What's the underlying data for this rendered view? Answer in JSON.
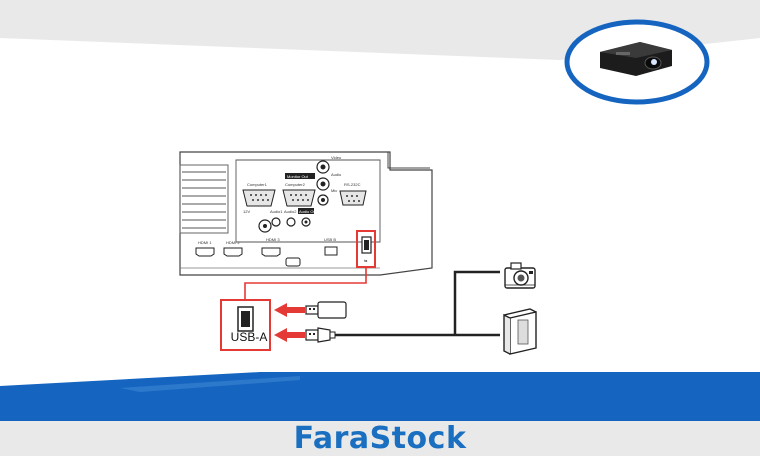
{
  "brand": {
    "name": "FaraStock",
    "color": "#1a6fc0"
  },
  "colors": {
    "accent_red": "#e53935",
    "band_gray": "#e9e9e9",
    "footer_blue": "#1565c0"
  },
  "thumbnail": {
    "icon": "projector-icon"
  },
  "diagram": {
    "usb_port_label": "USB-A",
    "port_labels": {
      "hdmi1": "HDMI 1",
      "hdmi2": "HDMI 2",
      "hdmi3": "HDMI 3",
      "usbb": "USB B",
      "computer1": "Computer1",
      "monitor_out": "Monitor Out",
      "computer2": "Computer2",
      "video": "Video",
      "audio": "Audio",
      "mic": "Mic",
      "rs232c": "RS-232C",
      "audio1": "Audio1",
      "audio2": "Audio2",
      "audio_out": "Audio Out",
      "dc": "12V"
    },
    "devices": [
      "usb-flash-drive-icon",
      "usb-cable-icon",
      "camera-icon",
      "external-drive-icon"
    ]
  }
}
